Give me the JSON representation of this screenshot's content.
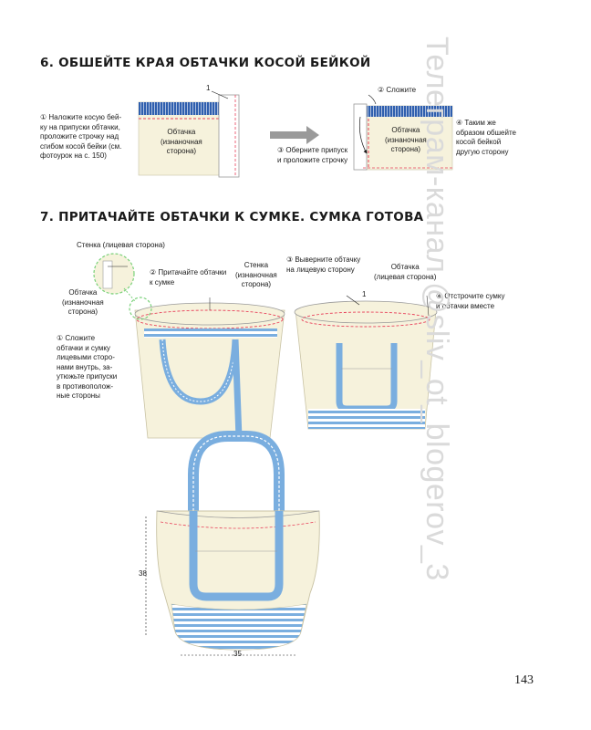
{
  "step6": {
    "heading": "6. ОБШЕЙТЕ КРАЯ ОБТАЧКИ КОСОЙ БЕЙКОЙ",
    "note1": "① Наложите косую бей-\nку на припуски обтачки,\nпроложите строчку над\nсгибом косой бейки (см.\nфотоурок на с. 150)",
    "panel1_label": "Обтачка\n(изнаночная\nсторона)",
    "marker_1": "1",
    "note2": "② Сложите",
    "note3": "③ Оберните припуск\nи проложите строчку",
    "panel2_label": "Обтачка\n(изнаночная\nсторона)",
    "note4": "④ Таким же\nобразом обшейте\nкосой бейкой\nдругую сторону"
  },
  "step7": {
    "heading": "7. ПРИТАЧАЙТЕ ОБТАЧКИ К СУМКЕ. СУМКА ГОТОВА",
    "wall_face": "Стенка (лицевая сторона)",
    "facing_wrong": "Обтачка\n(изнаночная\nсторона)",
    "note2": "② Притачайте обтачки\nк сумке",
    "wall_wrong": "Стенка\n(изнаночная\nсторона)",
    "note1": "① Сложите\nобтачки и сумку\nлицевыми сторо-\nнами внутрь, за-\nутюжьте припуски\nв противополож-\nные стороны",
    "note3": "③ Выверните обтачку\nна лицевую сторону",
    "facing_face": "Обтачка\n(лицевая сторона)",
    "note4": "④ Отстрочите сумку\nи обтачки вместе",
    "marker_1": "1"
  },
  "final": {
    "height": "38",
    "width": "35"
  },
  "watermark": "Телеграм-канал @sliv_ot_blogerov_3",
  "page_number": "143",
  "colors": {
    "fabric": "#f6f2dc",
    "stripe_blue": "#7aaedf",
    "bias_blue": "#2f5fae",
    "stitch_red": "#e8405a",
    "arrow": "#9a9a9a",
    "guide_green": "#7ad17a"
  }
}
